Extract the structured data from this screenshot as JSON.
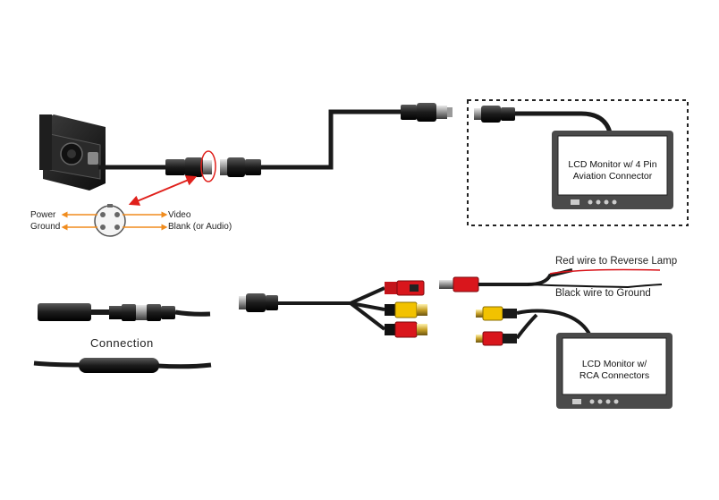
{
  "pinout": {
    "power": "Power",
    "ground": "Ground",
    "video": "Video",
    "blank": "Blank (or Audio)"
  },
  "connection_label": "Connection",
  "monitor_aviation": {
    "line1": "LCD Monitor w/ 4 Pin",
    "line2": "Aviation Connector"
  },
  "monitor_rca": {
    "line1": "LCD  Monitor  w/",
    "line2": "RCA Connectors"
  },
  "wires": {
    "red": "Red wire to Reverse Lamp",
    "black": "Black wire to Ground"
  },
  "colors": {
    "cable": "#1a1a1a",
    "arrow_red": "#e0201b",
    "pin_arrow": "#f08c1e",
    "rca_yellow": "#f2c200",
    "rca_red": "#d9161c",
    "dash": "#222222"
  }
}
